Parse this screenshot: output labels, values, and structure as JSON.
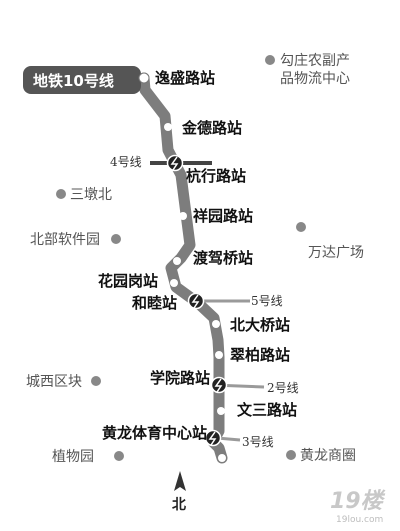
{
  "map": {
    "line_badge": "地铁10号线",
    "stations": [
      "逸盛路站",
      "金德路站",
      "杭行路站",
      "祥园路站",
      "渡驾桥站",
      "花园岗站",
      "和睦站",
      "北大桥站",
      "翠柏路站",
      "学院路站",
      "文三路站",
      "黄龙体育中心站"
    ],
    "transfer_lines": [
      "4号线",
      "5号线",
      "2号线",
      "3号线"
    ],
    "pois": [
      "勾庄农副产",
      "品物流中心",
      "三墩北",
      "北部软件园",
      "万达广场",
      "城西区块",
      "植物园",
      "黄龙商圈"
    ],
    "north_label": "北",
    "watermark": "19楼",
    "watermark_url": "19lou.com",
    "colors": {
      "line": "#7a7a7a",
      "line_dark": "#555555",
      "badge_bg": "#555555",
      "badge_text": "#ffffff",
      "transfer_line": "#9a9a9a"
    }
  }
}
